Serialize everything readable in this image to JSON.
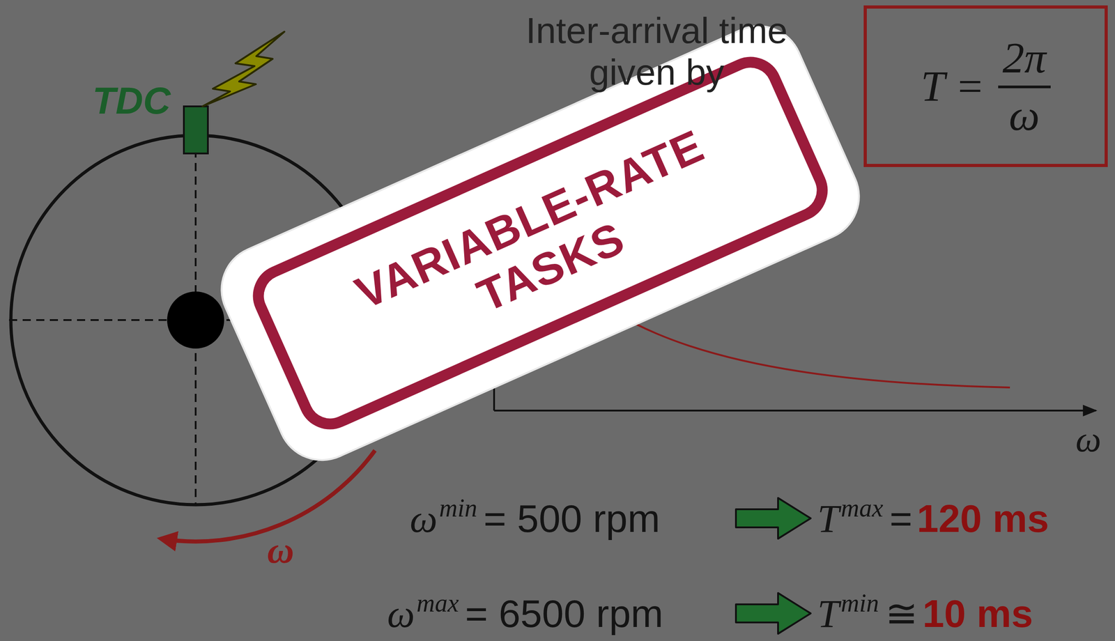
{
  "diagram": {
    "nodes": [
      {
        "text": [
          "T =",
          "2π",
          "ω"
        ]
      },
      {
        "text": [
          "VARIABLE-RATE TASKS"
        ]
      }
    ],
    "labels": [
      "TDC",
      "Inter-arrival time given by",
      "ω",
      "ω",
      "ω",
      "min",
      "= 500 rpm",
      "T",
      "max",
      "=",
      "120 ms",
      "ω",
      "max",
      "= 6500 rpm",
      "T",
      "min",
      "≅",
      "10 ms"
    ]
  }
}
